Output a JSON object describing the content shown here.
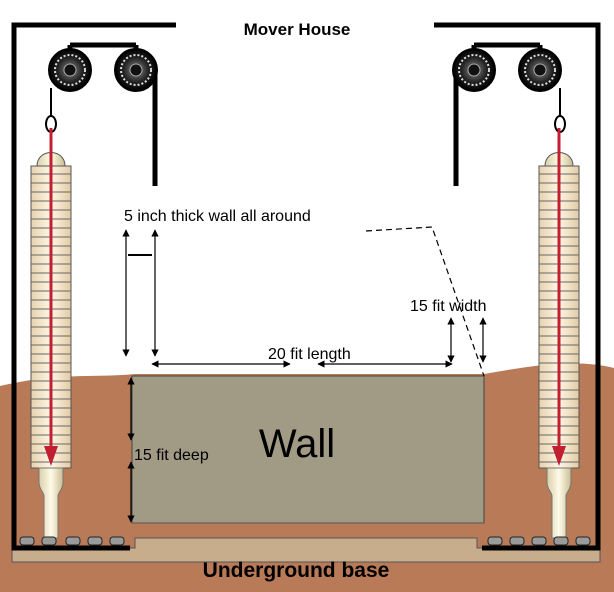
{
  "title": "Mover House",
  "labels": {
    "wall_thickness": "5 inch thick wall all around",
    "width": "15 fit width",
    "length": "20 fit length",
    "depth": "15 fit deep",
    "wall": "Wall",
    "base": "Underground base"
  },
  "colors": {
    "soil": "#b97a57",
    "wall": "#a19a85",
    "base": "#c8ad8d",
    "frame": "#000000",
    "rod": "#c22030",
    "spring": "#f5e6c8",
    "piston": "#f2e9c5"
  }
}
